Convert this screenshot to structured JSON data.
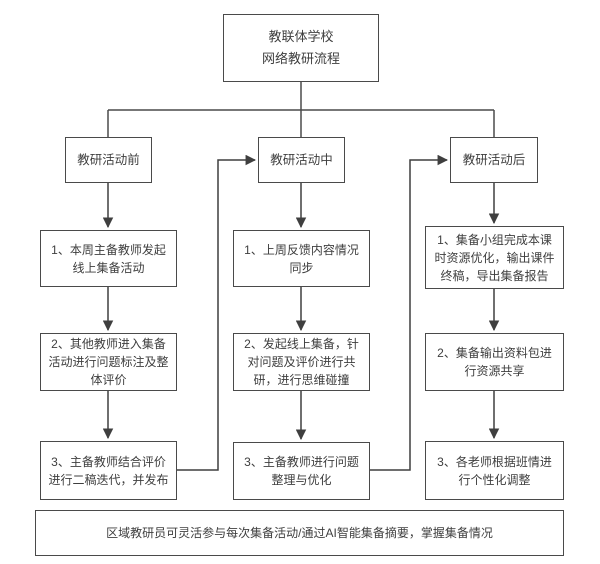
{
  "title": {
    "line1": "教联体学校",
    "line2": "网络教研流程"
  },
  "columns": [
    {
      "header": "教研活动前",
      "steps": [
        "1、本周主备教师发起线上集备活动",
        "2、其他教师进入集备活动进行问题标注及整体评价",
        "3、主备教师结合评价进行二稿迭代，并发布"
      ]
    },
    {
      "header": "教研活动中",
      "steps": [
        "1、上周反馈内容情况同步",
        "2、发起线上集备，针对问题及评价进行共研，进行思维碰撞",
        "3、主备教师进行问题整理与优化"
      ]
    },
    {
      "header": "教研活动后",
      "steps": [
        "1、集备小组完成本课时资源优化，输出课件终稿，导出集备报告",
        "2、集备输出资料包进行资源共享",
        "3、各老师根据班情进行个性化调整"
      ]
    }
  ],
  "footer": {
    "text": "区域教研员可灵活参与每次集备活动/通过AI智能集备摘要，掌握集备情况"
  },
  "colors": {
    "line": "#4a4a4a",
    "text": "#3e3e3e",
    "background": "#ffffff"
  }
}
